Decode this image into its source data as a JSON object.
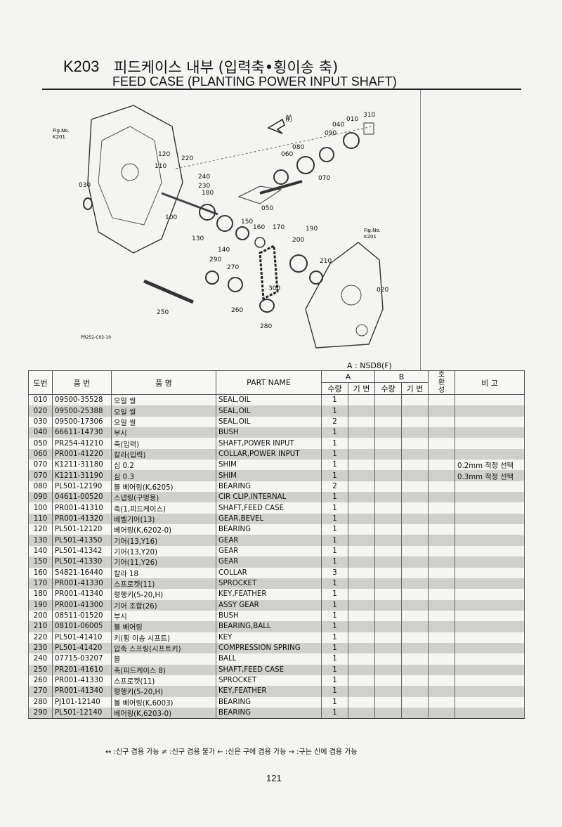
{
  "header": {
    "code": "K203",
    "title_kr": "피드케이스 내부 (입력축•횡이송 축)",
    "title_en": "FEED CASE (PLANTING POWER INPUT SHAFT)"
  },
  "diagram": {
    "fig_ref_1": "Fig.No.",
    "fig_ref_1b": "K201",
    "fig_ref_2": "Fig.No.",
    "fig_ref_2b": "K201",
    "front_label": "前",
    "drawing_no": "PR252-C02-10",
    "callouts": [
      "010",
      "020",
      "030",
      "040",
      "050",
      "060",
      "070",
      "080",
      "090",
      "100",
      "110",
      "120",
      "130",
      "140",
      "150",
      "160",
      "170",
      "180",
      "190",
      "200",
      "210",
      "220",
      "230",
      "240",
      "250",
      "260",
      "270",
      "280",
      "290",
      "300",
      "310"
    ]
  },
  "model_note": "A : NSD8(F)",
  "table": {
    "headers": {
      "no": "도번",
      "part_no": "품  번",
      "name_kr": "품       명",
      "part_name": "PART  NAME",
      "group_a": "A",
      "group_b": "B",
      "qty": "수량",
      "period": "기 번",
      "compat": "호\n환\n성",
      "remarks": "비   고"
    },
    "rows": [
      {
        "no": "010",
        "part": "09500-35528",
        "kr": "오일 씰",
        "en": "SEAL,OIL",
        "qty": "1",
        "remark": ""
      },
      {
        "no": "020",
        "part": "09500-25388",
        "kr": "오일 씰",
        "en": "SEAL,OIL",
        "qty": "1",
        "remark": ""
      },
      {
        "no": "030",
        "part": "09500-17306",
        "kr": "오일 씰",
        "en": "SEAL,OIL",
        "qty": "2",
        "remark": ""
      },
      {
        "no": "040",
        "part": "66611-14730",
        "kr": "부시",
        "en": "BUSH",
        "qty": "1",
        "remark": ""
      },
      {
        "no": "050",
        "part": "PR254-41210",
        "kr": "축(입력)",
        "en": "SHAFT,POWER INPUT",
        "qty": "1",
        "remark": ""
      },
      {
        "no": "060",
        "part": "PR001-41220",
        "kr": "칼라(입력)",
        "en": "COLLAR,POWER INPUT",
        "qty": "1",
        "remark": ""
      },
      {
        "no": "070",
        "part": "K1211-31180",
        "kr": "심 0.2",
        "en": "SHIM",
        "qty": "1",
        "remark": "0.2mm 적정 선택"
      },
      {
        "no": "070",
        "part": "K1211-31190",
        "kr": "심 0.3",
        "en": "SHIM",
        "qty": "1",
        "remark": "0.3mm 적정 선택"
      },
      {
        "no": "080",
        "part": "PL501-12190",
        "kr": "볼 베어링(K,6205)",
        "en": "BEARING",
        "qty": "2",
        "remark": ""
      },
      {
        "no": "090",
        "part": "04611-00520",
        "kr": "스냅링(구멍용)",
        "en": "CIR CLIP,INTERNAL",
        "qty": "1",
        "remark": ""
      },
      {
        "no": "100",
        "part": "PR001-41310",
        "kr": "축(1,피드케이스)",
        "en": "SHAFT,FEED CASE",
        "qty": "1",
        "remark": ""
      },
      {
        "no": "110",
        "part": "PR001-41320",
        "kr": "베벨기어(13)",
        "en": "GEAR,BEVEL",
        "qty": "1",
        "remark": ""
      },
      {
        "no": "120",
        "part": "PL501-12120",
        "kr": "베어링(K,6202-0)",
        "en": "BEARING",
        "qty": "1",
        "remark": ""
      },
      {
        "no": "130",
        "part": "PL501-41350",
        "kr": "기어(13,Y16)",
        "en": "GEAR",
        "qty": "1",
        "remark": ""
      },
      {
        "no": "140",
        "part": "PL501-41342",
        "kr": "기어(13,Y20)",
        "en": "GEAR",
        "qty": "1",
        "remark": ""
      },
      {
        "no": "150",
        "part": "PL501-41330",
        "kr": "기어(11,Y26)",
        "en": "GEAR",
        "qty": "1",
        "remark": ""
      },
      {
        "no": "160",
        "part": "54821-16440",
        "kr": "칼라 18",
        "en": "COLLAR",
        "qty": "3",
        "remark": ""
      },
      {
        "no": "170",
        "part": "PR001-41330",
        "kr": "스프로켓(11)",
        "en": "SPROCKET",
        "qty": "1",
        "remark": ""
      },
      {
        "no": "180",
        "part": "PR001-41340",
        "kr": "평행키(5-20,H)",
        "en": "KEY,FEATHER",
        "qty": "1",
        "remark": ""
      },
      {
        "no": "190",
        "part": "PR001-41300",
        "kr": "기어 조합(26)",
        "en": "ASSY GEAR",
        "qty": "1",
        "remark": ""
      },
      {
        "no": "200",
        "part": "08511-01520",
        "kr": "부시",
        "en": "BUSH",
        "qty": "1",
        "remark": ""
      },
      {
        "no": "210",
        "part": "08101-06005",
        "kr": "볼 베어링",
        "en": "BEARING,BALL",
        "qty": "1",
        "remark": ""
      },
      {
        "no": "220",
        "part": "PL501-41410",
        "kr": "키(횡 이송 시프트)",
        "en": "KEY",
        "qty": "1",
        "remark": ""
      },
      {
        "no": "230",
        "part": "PL501-41420",
        "kr": "압축 스프링(시프트키)",
        "en": "COMPRESSION SPRING",
        "qty": "1",
        "remark": ""
      },
      {
        "no": "240",
        "part": "07715-03207",
        "kr": "볼",
        "en": "BALL",
        "qty": "1",
        "remark": ""
      },
      {
        "no": "250",
        "part": "PR201-41610",
        "kr": "축(피드케이스 8)",
        "en": "SHAFT,FEED CASE",
        "qty": "1",
        "remark": ""
      },
      {
        "no": "260",
        "part": "PR001-41330",
        "kr": "스프로켓(11)",
        "en": "SPROCKET",
        "qty": "1",
        "remark": ""
      },
      {
        "no": "270",
        "part": "PR001-41340",
        "kr": "평행키(5-20,H)",
        "en": "KEY,FEATHER",
        "qty": "1",
        "remark": ""
      },
      {
        "no": "280",
        "part": "PJ101-12140",
        "kr": "볼 베어링(K,6003)",
        "en": "BEARING",
        "qty": "1",
        "remark": ""
      },
      {
        "no": "290",
        "part": "PL501-12140",
        "kr": "베어링(K,6203-0)",
        "en": "BEARING",
        "qty": "1",
        "remark": ""
      }
    ]
  },
  "legend": "↔ :신구 겸용 가능    ≠ :신구 겸용 불가    ← :신은 구에 겸용 가능    → :구는 신에 겸용 가능",
  "page_number": "121"
}
